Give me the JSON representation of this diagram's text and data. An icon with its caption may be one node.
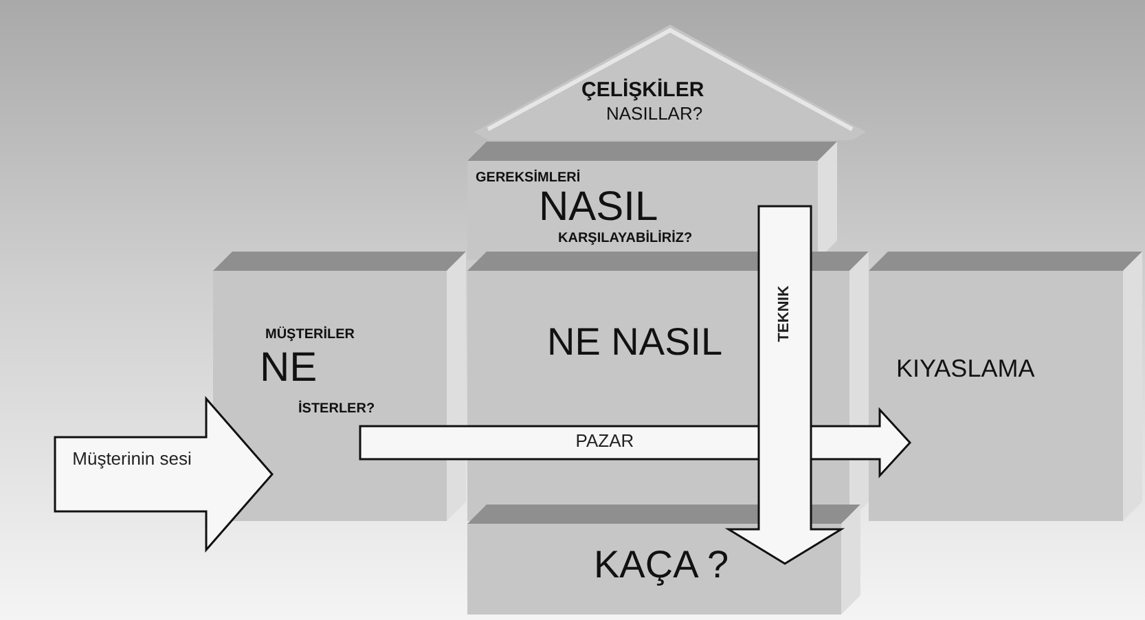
{
  "diagram": {
    "nodes": [
      {
        "text": [
          "ÇELİŞKİLER",
          "NASILLAR?"
        ]
      },
      {
        "text": [
          "GEREKSİMLERİ",
          "NASIL",
          "KARŞILAYABİLİRİZ?"
        ]
      },
      {
        "text": [
          "MÜŞTERİLER",
          "NE",
          "İSTERLER?"
        ]
      },
      {
        "text": [
          "NE NASIL"
        ]
      },
      {
        "text": [
          "KIYASLAMA"
        ]
      },
      {
        "text": [
          "KAÇA ?"
        ]
      }
    ],
    "edges": [
      {
        "from": null,
        "to": 2,
        "arrow": "to",
        "label": "Müşterinin sesi"
      },
      {
        "from": 2,
        "to": 4,
        "arrow": "to",
        "label": "PAZAR"
      },
      {
        "from": 1,
        "to": 5,
        "arrow": "to",
        "label": "TEKNIK"
      }
    ]
  }
}
